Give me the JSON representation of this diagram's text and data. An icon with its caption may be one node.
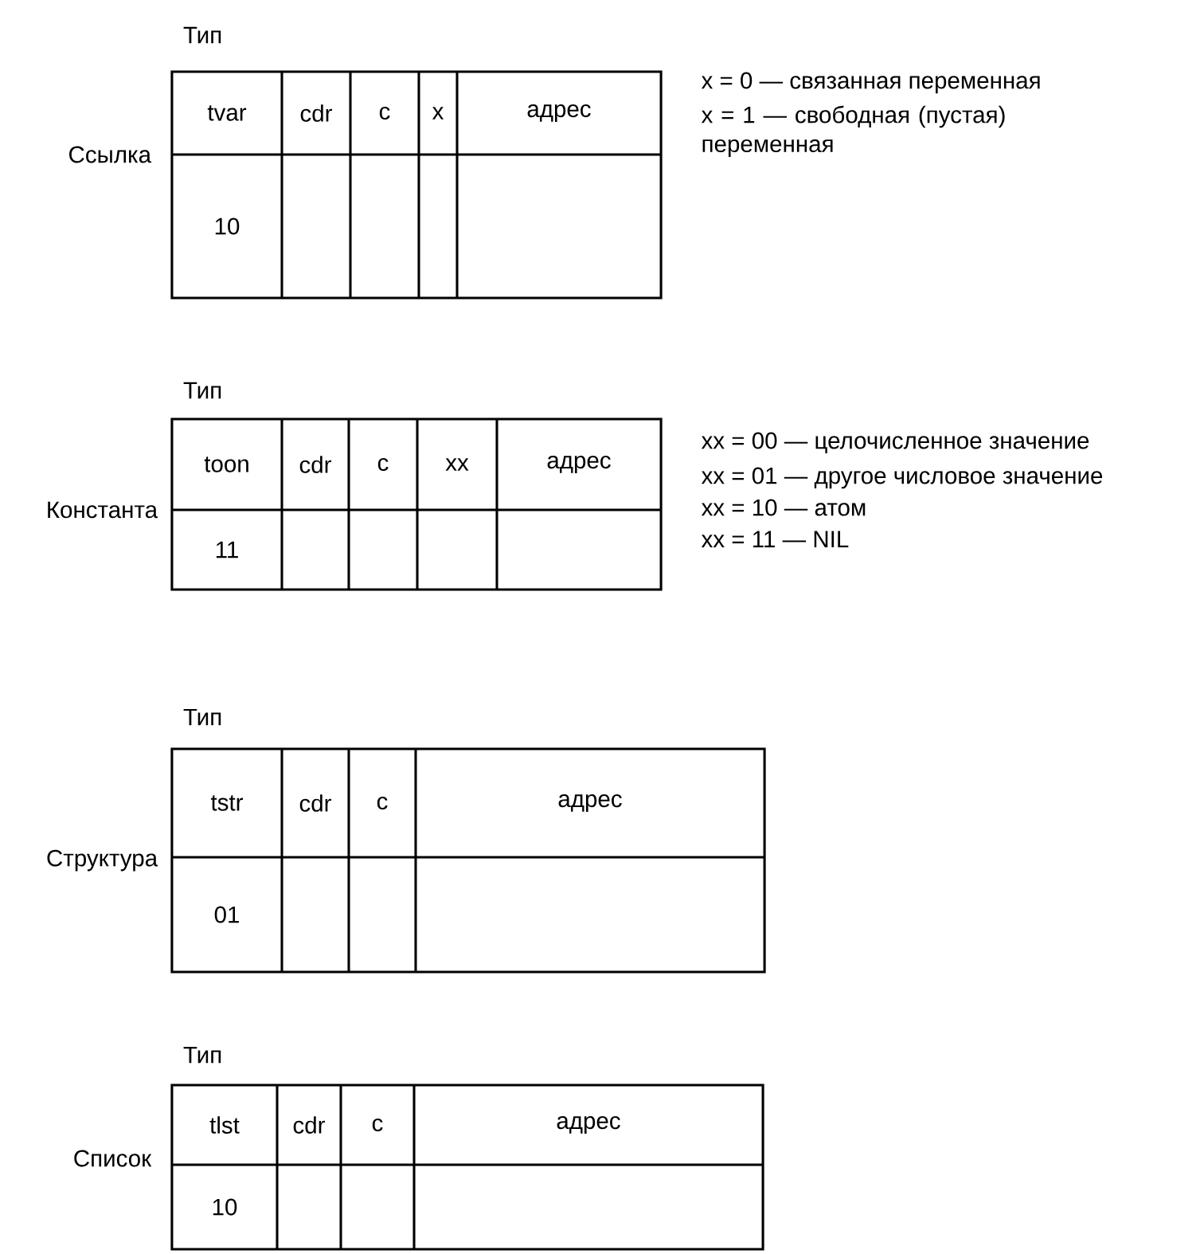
{
  "diagram": {
    "nodes": [
      {
        "text": [
          "tvar",
          "cdr",
          "c",
          "x",
          "адрес",
          "10"
        ],
        "beside": [
          "Тип",
          "Ссылка"
        ]
      },
      {
        "text": [
          "toon",
          "cdr",
          "c",
          "xx",
          "адрес",
          "11"
        ],
        "beside": [
          "Тип",
          "Константа"
        ]
      },
      {
        "text": [
          "tstr",
          "cdr",
          "c",
          "адрес",
          "01"
        ],
        "beside": [
          "Тип",
          "Структура"
        ]
      },
      {
        "text": [
          "tlst",
          "cdr",
          "c",
          "адрес",
          "10"
        ],
        "beside": [
          "Тип",
          "Список"
        ]
      }
    ],
    "labels": [
      "x = 0 — связанная переменная",
      "x = 1 — свободная (пустая) переменная",
      "xx = 00 — целочисленное значение",
      "xx = 01 — другое числовое значение",
      "xx = 10 — атом",
      "xx = 11 — NIL"
    ]
  }
}
